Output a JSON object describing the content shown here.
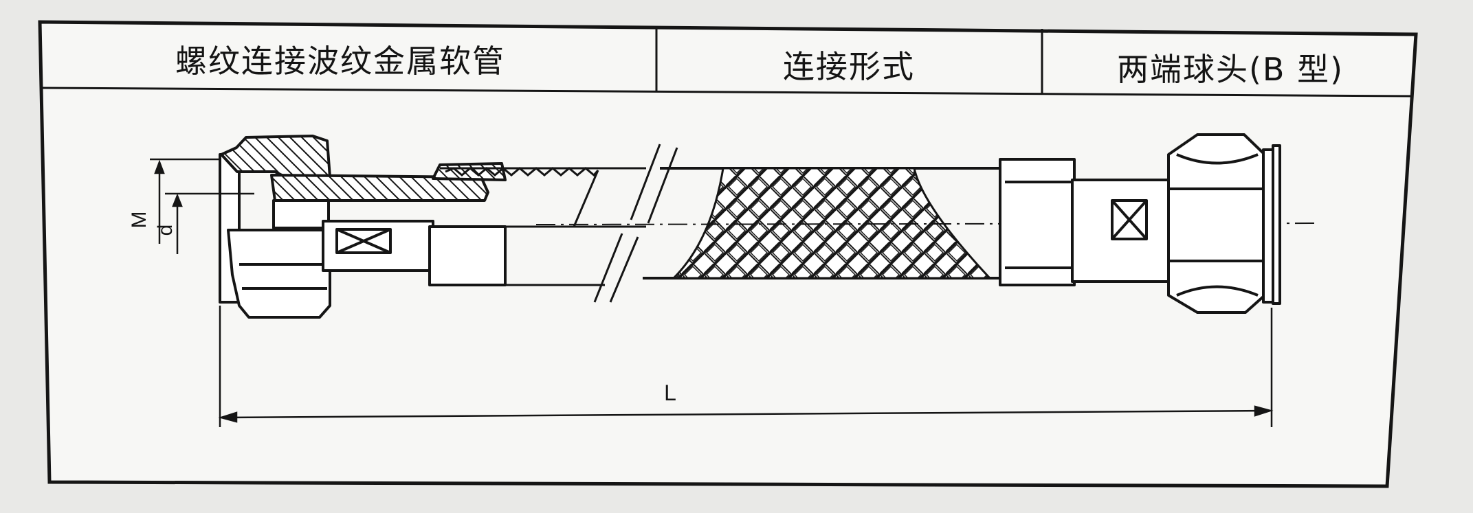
{
  "header": {
    "title": "螺纹连接波纹金属软管",
    "connection_label": "连接形式",
    "connection_value": "两端球头(B 型)"
  },
  "drawing": {
    "dim_m": "M",
    "dim_d": "d",
    "dim_l": "L",
    "line_color": "#151515",
    "paper_color": "#f7f7f5",
    "hatch_color": "#ffffff"
  }
}
